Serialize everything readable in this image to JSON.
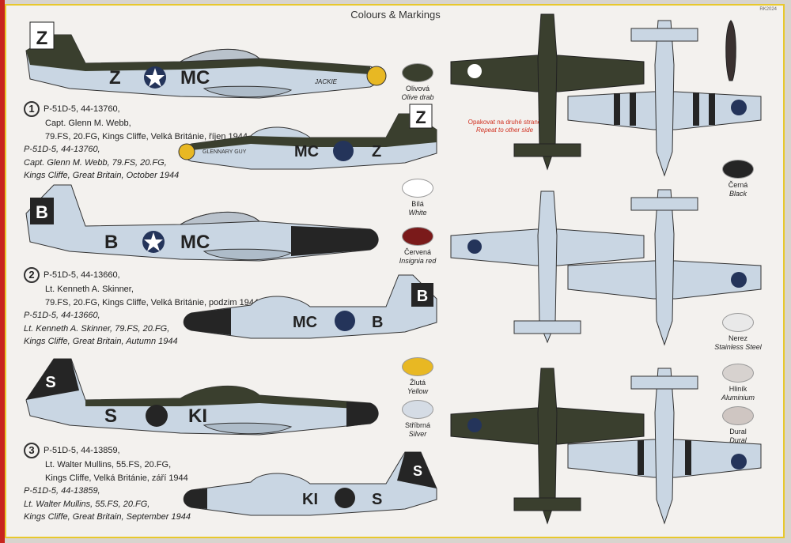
{
  "header": {
    "title": "Colours & Markings",
    "code": "RK2024"
  },
  "colors": {
    "olive_drab": "#3a3f2e",
    "white": "#ffffff",
    "insignia_red": "#7a1a1a",
    "yellow": "#e8b823",
    "silver": "#d5dce5",
    "black": "#252525",
    "stainless_steel": "#e9e9e9",
    "aluminium": "#d7d2cf",
    "dural": "#cfc6c2",
    "fuselage": "#c9d6e3",
    "frame_yellow": "#e8c82c",
    "side_red": "#c8251c"
  },
  "swatches": [
    {
      "cz": "Olivová",
      "en": "Olive drab",
      "color_key": "olive_drab"
    },
    {
      "cz": "Bílá",
      "en": "White",
      "color_key": "white"
    },
    {
      "cz": "Červená",
      "en": "Insignia red",
      "color_key": "insignia_red"
    },
    {
      "cz": "Žlutá",
      "en": "Yellow",
      "color_key": "yellow"
    },
    {
      "cz": "Stříbrná",
      "en": "Silver",
      "color_key": "silver"
    },
    {
      "cz": "Černá",
      "en": "Black",
      "color_key": "black"
    },
    {
      "cz": "Nerez",
      "en": "Stainless Steel",
      "color_key": "stainless_steel"
    },
    {
      "cz": "Hliník",
      "en": "Aluminium",
      "color_key": "aluminium"
    },
    {
      "cz": "Dural",
      "en": "Dural",
      "color_key": "dural"
    }
  ],
  "note": {
    "cz": "Opakovat na druhé straně",
    "en": "Repeat to other side"
  },
  "profiles": [
    {
      "num": "1",
      "cz": [
        "P-51D-5, 44-13760,",
        "Capt. Glenn M. Webb,",
        "79.FS, 20.FG, Kings Cliffe, Velká Británie, říjen 1944"
      ],
      "en": [
        "P-51D-5, 44-13760,",
        "Capt. Glenn M. Webb, 79.FS, 20.FG,",
        "Kings Cliffe, Great Britain, October 1944"
      ],
      "tail": "Z",
      "code_fwd": "MC",
      "code_aft": "Z",
      "nose_art": "GLENNARY GUY",
      "cowl_name": "JACKIE"
    },
    {
      "num": "2",
      "cz": [
        "P-51D-5, 44-13660,",
        "Lt. Kenneth A. Skinner,",
        "79.FS, 20.FG, Kings Cliffe, Velká Británie, podzim 1944"
      ],
      "en": [
        "P-51D-5, 44-13660,",
        "Lt. Kenneth A. Skinner, 79.FS, 20.FG,",
        "Kings Cliffe, Great Britain, Autumn 1944"
      ],
      "tail": "B",
      "code_fwd": "MC",
      "code_aft": "B"
    },
    {
      "num": "3",
      "cz": [
        "P-51D-5, 44-13859,",
        "Lt. Walter Mullins, 55.FS, 20.FG,",
        "Kings Cliffe, Velká Británie, září 1944"
      ],
      "en": [
        "P-51D-5, 44-13859,",
        "Lt. Walter Mullins, 55.FS, 20.FG,",
        "Kings Cliffe, Great Britain, September 1944"
      ],
      "tail": "S",
      "code_fwd": "KI",
      "code_aft": "S"
    }
  ]
}
